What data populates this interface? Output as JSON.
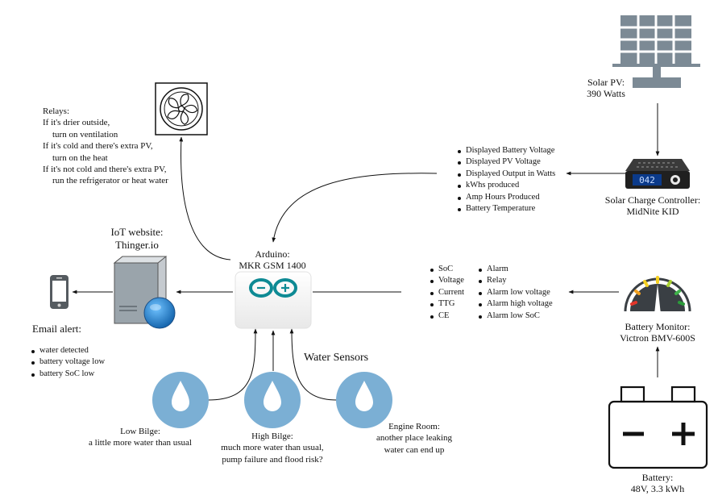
{
  "solar_pv": {
    "title": "Solar PV:",
    "value": "390 Watts"
  },
  "charge_controller": {
    "title": "Solar Charge Controller:",
    "value": "MidNite KID",
    "display": "042",
    "outputs": [
      "Displayed Battery Voltage",
      "Displayed PV Voltage",
      "Displayed Output in Watts",
      "kWhs produced",
      "Amp Hours Produced",
      "Battery Temperature"
    ]
  },
  "relays": {
    "heading": "Relays:",
    "rules": [
      {
        "condition": "If it's drier outside,",
        "action": "turn on ventilation"
      },
      {
        "condition": "If it's cold and there's extra PV,",
        "action": "turn on the heat"
      },
      {
        "condition": "If it's not cold and there's extra PV,",
        "action": "run the refrigerator or heat water"
      }
    ]
  },
  "iot_website": {
    "title": "IoT website:",
    "value": "Thinger.io"
  },
  "arduino": {
    "title": "Arduino:",
    "value": "MKR GSM 1400"
  },
  "email_alert": {
    "title": "Email alert:",
    "items": [
      "water detected",
      "battery voltage low",
      "battery SoC low"
    ]
  },
  "battery_monitor": {
    "title": "Battery Monitor:",
    "value": "Victron BMV-600S",
    "readings": [
      "SoC",
      "Voltage",
      "Current",
      "TTG",
      "CE"
    ],
    "alarms": [
      "Alarm",
      "Relay",
      "Alarm low voltage",
      "Alarm high voltage",
      "Alarm low SoC"
    ]
  },
  "battery": {
    "title": "Battery:",
    "value": "48V, 3.3 kWh"
  },
  "water_sensors": {
    "title": "Water Sensors",
    "sensors": [
      {
        "name": "Low Bilge:",
        "desc": [
          "a little more water than usual"
        ]
      },
      {
        "name": "High Bilge:",
        "desc": [
          "much more water than usual,",
          "pump failure and flood risk?"
        ]
      },
      {
        "name": "Engine Room:",
        "desc": [
          "another place leaking",
          "water can end up"
        ]
      }
    ]
  },
  "colors": {
    "drop": "#7bafd4",
    "server": "#9aa4ab",
    "globe": "#1f7fd1",
    "panel": "#7c8a95",
    "ink": "#222222"
  }
}
